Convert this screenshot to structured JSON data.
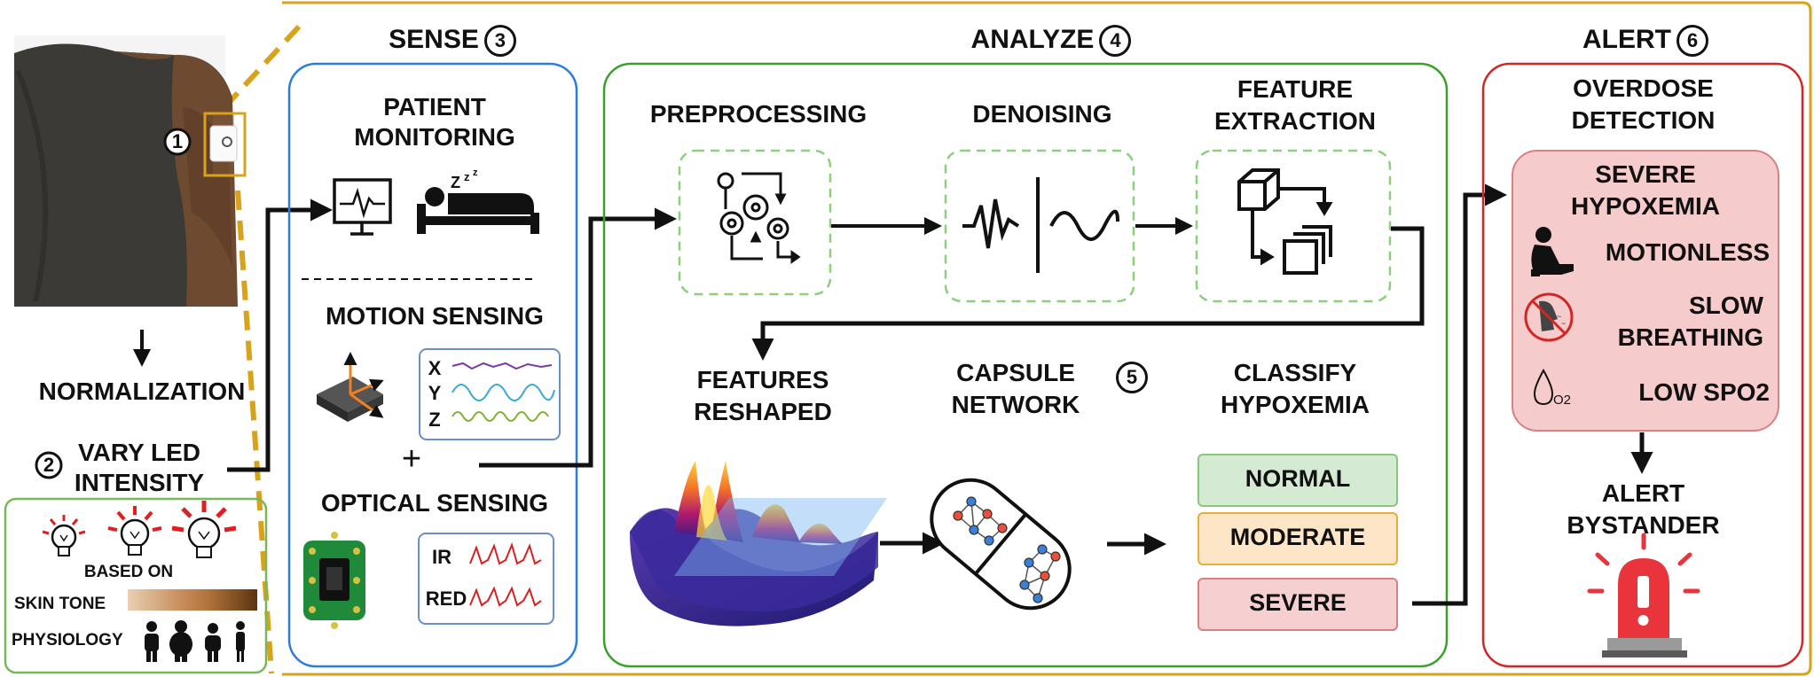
{
  "sections": {
    "sense": {
      "label": "SENSE",
      "num": "3"
    },
    "analyze": {
      "label": "ANALYZE",
      "num": "4"
    },
    "alert": {
      "label": "ALERT",
      "num": "6"
    }
  },
  "device": {
    "marker": "1"
  },
  "left": {
    "normalization": "NORMALIZATION",
    "vary_num": "2",
    "vary_line1": "VARY LED",
    "vary_line2": "INTENSITY",
    "based_on": "BASED ON",
    "skin_tone": "SKIN TONE",
    "physiology": "PHYSIOLOGY"
  },
  "sense": {
    "patient_line1": "PATIENT",
    "patient_line2": "MONITORING",
    "motion": "MOTION SENSING",
    "axis_x": "X",
    "axis_y": "Y",
    "axis_z": "Z",
    "plus": "+",
    "optical": "OPTICAL SENSING",
    "ir": "IR",
    "red": "RED",
    "sleep_z": "Z"
  },
  "analyze": {
    "preprocessing": "PREPROCESSING",
    "denoising": "DENOISING",
    "feature_line1": "FEATURE",
    "feature_line2": "EXTRACTION",
    "reshaped_line1": "FEATURES",
    "reshaped_line2": "RESHAPED",
    "capsule_line1": "CAPSULE",
    "capsule_line2": "NETWORK",
    "capsule_num": "5",
    "classify_line1": "CLASSIFY",
    "classify_line2": "HYPOXEMIA",
    "classes": [
      "NORMAL",
      "MODERATE",
      "SEVERE"
    ]
  },
  "alert": {
    "overdose_line1": "OVERDOSE",
    "overdose_line2": "DETECTION",
    "severe_line1": "SEVERE",
    "severe_line2": "HYPOXEMIA",
    "motionless": "MOTIONLESS",
    "slow_line1": "SLOW",
    "slow_line2": "BREATHING",
    "low_spo2": "LOW SPO2",
    "o2": "O2",
    "bystander_line1": "ALERT",
    "bystander_line2": "BYSTANDER"
  },
  "colors": {
    "outer_border": "#d9a21b",
    "sense_border": "#2a7de1",
    "analyze_border": "#3aa02a",
    "alert_border": "#d42525",
    "left_box_border": "#7ab65a",
    "normal_fill": "#d5ead3",
    "moderate_fill": "#fde5c8",
    "severe_fill": "#f6cfd0",
    "alert_panel_fill": "#f6cbcb",
    "siren_red": "#e8343a"
  }
}
